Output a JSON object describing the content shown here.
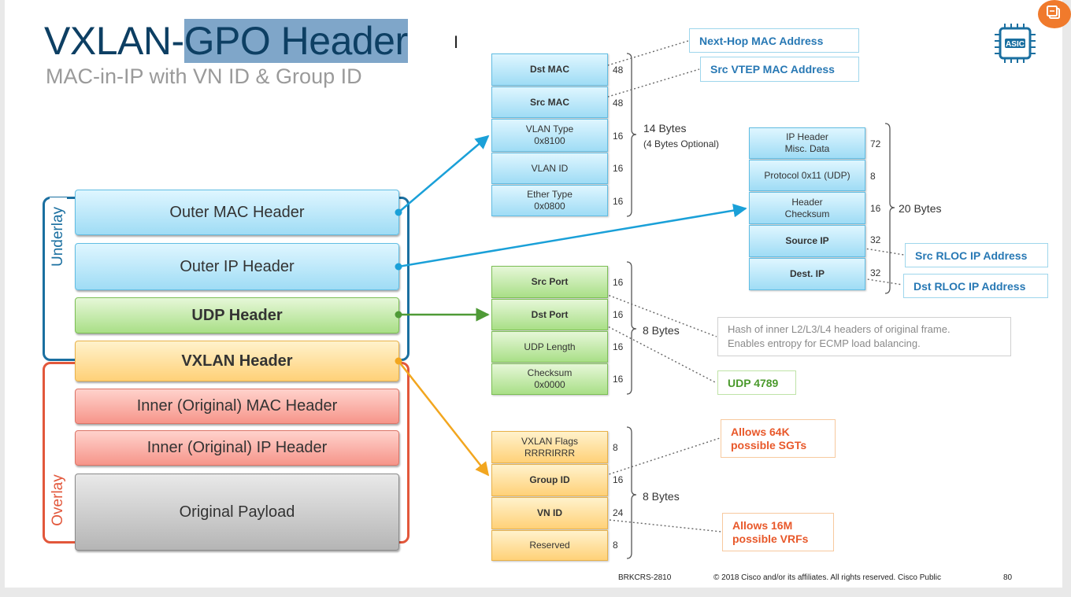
{
  "slide": {
    "title_plain": "VXLAN-",
    "title_selected": "GPO Header",
    "subtitle": "MAC-in-IP with VN ID & Group ID",
    "cursor": "I"
  },
  "brackets": {
    "underlay": "Underlay",
    "overlay": "Overlay"
  },
  "stack": [
    {
      "label": "Outer MAC Header",
      "color": "blue",
      "bold": false
    },
    {
      "label": "Outer IP Header",
      "color": "blue",
      "bold": false
    },
    {
      "label": "UDP Header",
      "color": "green",
      "bold": true
    },
    {
      "label": "VXLAN Header",
      "color": "yellow",
      "bold": true
    },
    {
      "label": "Inner (Original) MAC Header",
      "color": "red",
      "bold": false
    },
    {
      "label": "Inner (Original) IP Header",
      "color": "red",
      "bold": false
    },
    {
      "label": "Original Payload",
      "color": "gray",
      "bold": false
    }
  ],
  "mac_fields": [
    {
      "label": "Dst MAC",
      "bits": "48",
      "bold": true
    },
    {
      "label": "Src MAC",
      "bits": "48",
      "bold": true
    },
    {
      "label": "VLAN Type\n0x8100",
      "bits": "16",
      "bold": false
    },
    {
      "label": "VLAN ID",
      "bits": "16",
      "bold": false
    },
    {
      "label": "Ether Type\n0x0800",
      "bits": "16",
      "bold": false
    }
  ],
  "mac_size": "14 Bytes",
  "mac_size_note": "(4 Bytes Optional)",
  "ip_fields": [
    {
      "label": "IP Header\nMisc. Data",
      "bits": "72",
      "bold": false
    },
    {
      "label": "Protocol 0x11 (UDP)",
      "bits": "8",
      "bold": false
    },
    {
      "label": "Header\nChecksum",
      "bits": "16",
      "bold": false
    },
    {
      "label": "Source IP",
      "bits": "32",
      "bold": true
    },
    {
      "label": "Dest. IP",
      "bits": "32",
      "bold": true
    }
  ],
  "ip_size": "20 Bytes",
  "udp_fields": [
    {
      "label": "Src Port",
      "bits": "16",
      "bold": true
    },
    {
      "label": "Dst Port",
      "bits": "16",
      "bold": true
    },
    {
      "label": "UDP Length",
      "bits": "16",
      "bold": false
    },
    {
      "label": "Checksum\n0x0000",
      "bits": "16",
      "bold": false
    }
  ],
  "udp_size": "8 Bytes",
  "vxlan_fields": [
    {
      "label": "VXLAN Flags\nRRRRIRRR",
      "bits": "8",
      "bold": false
    },
    {
      "label": "Group ID",
      "bits": "16",
      "bold": true
    },
    {
      "label": "VN ID",
      "bits": "24",
      "bold": true
    },
    {
      "label": "Reserved",
      "bits": "8",
      "bold": false
    }
  ],
  "vxlan_size": "8 Bytes",
  "callouts": {
    "next_hop_mac": "Next-Hop MAC Address",
    "src_vtep_mac": "Src VTEP MAC Address",
    "src_rloc": "Src RLOC IP Address",
    "dst_rloc": "Dst RLOC IP Address",
    "hash_line1": "Hash of inner L2/L3/L4 headers of original frame.",
    "hash_line2": "Enables entropy for ECMP load balancing.",
    "udp_port": "UDP 4789",
    "sgt_line1": "Allows 64K",
    "sgt_line2": "possible SGTs",
    "vrf_line1": "Allows 16M",
    "vrf_line2": "possible VRFs"
  },
  "asic_logo": "ASIC",
  "footer": {
    "session": "BRKCRS-2810",
    "copyright": "© 2018  Cisco and/or its affiliates. All rights reserved.   Cisco Public",
    "page": "80"
  },
  "colors": {
    "underlay": "#1a6fa0",
    "overlay": "#e2573b",
    "blue_arrow": "#1aa0d8",
    "green_arrow": "#4f9a37",
    "yellow_arrow": "#f2a61f",
    "title": "#0d3f63"
  },
  "icons": {
    "asic": "asic-chip-icon",
    "share": "share-icon",
    "cursor": "text-cursor-icon"
  }
}
